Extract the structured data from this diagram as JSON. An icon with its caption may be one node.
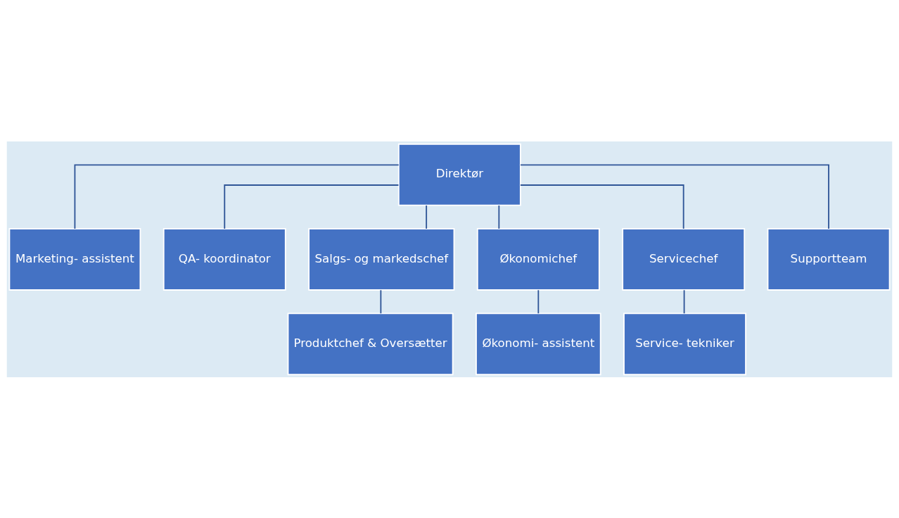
{
  "diagram": {
    "nodes": [
      {
        "text": [
          "Direktør"
        ]
      },
      {
        "text": [
          "Marketing- assistent"
        ]
      },
      {
        "text": [
          "QA- koordinator"
        ]
      },
      {
        "text": [
          "Salgs- og markedschef"
        ]
      },
      {
        "text": [
          "Økonomichef"
        ]
      },
      {
        "text": [
          "Servicechef"
        ]
      },
      {
        "text": [
          "Supportteam"
        ]
      },
      {
        "text": [
          "Produktchef & Oversætter"
        ]
      },
      {
        "text": [
          "Økonomi- assistent"
        ]
      },
      {
        "text": [
          "Service- tekniker"
        ]
      }
    ],
    "edges": [
      {
        "from": 0,
        "to": 1,
        "arrow": "none"
      },
      {
        "from": 0,
        "to": 2,
        "arrow": "none"
      },
      {
        "from": 0,
        "to": 3,
        "arrow": "none"
      },
      {
        "from": 0,
        "to": 4,
        "arrow": "none"
      },
      {
        "from": 0,
        "to": 5,
        "arrow": "none"
      },
      {
        "from": 0,
        "to": 6,
        "arrow": "none"
      },
      {
        "from": 3,
        "to": 7,
        "arrow": "none"
      },
      {
        "from": 4,
        "to": 8,
        "arrow": "none"
      },
      {
        "from": 5,
        "to": 9,
        "arrow": "none"
      }
    ]
  }
}
